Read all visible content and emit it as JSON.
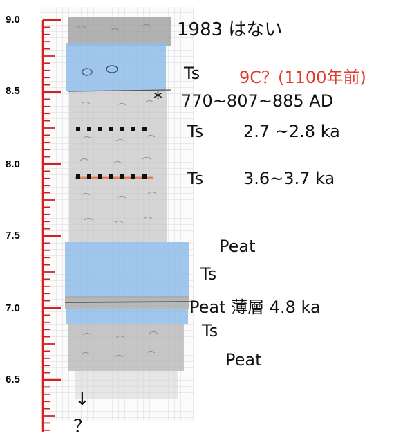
{
  "colors": {
    "scale": "#d42020",
    "tephra": "#8fbce8",
    "sediment": "#c4c4c4",
    "dark_top": "#9a9a9a",
    "grid": "#c9cdd3",
    "ash_line": "#e2825a",
    "red_text": "#e03a2a"
  },
  "scale": {
    "labels": [
      "9.0",
      "8.5",
      "8.0",
      "7.5",
      "7.0",
      "6.5"
    ]
  },
  "annotations": {
    "top": "1983 はない",
    "ts1": "Ts",
    "ts1_date": "9C？(1100年前)",
    "star": "*",
    "ts1b_date": "770~807~885 AD",
    "ts2": "Ts",
    "ts2_date": "2.7 ~2.8 ka",
    "ts3": "Ts",
    "ts3_date": "3.6~3.7 ka",
    "peat1": "Peat",
    "ts4": "Ts",
    "peat2": "Peat 薄層  4.8 ka",
    "ts5": "Ts",
    "peat3": "Peat",
    "arrow": "↓",
    "question": "？"
  }
}
